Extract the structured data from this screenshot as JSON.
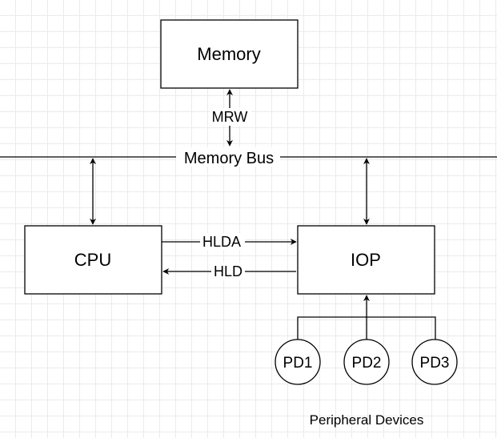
{
  "diagram": {
    "nodes": {
      "memory": "Memory",
      "cpu": "CPU",
      "iop": "IOP",
      "pd1": "PD1",
      "pd2": "PD2",
      "pd3": "PD3"
    },
    "edges": {
      "mrw": "MRW",
      "memory_bus": "Memory Bus",
      "hlda": "HLDA",
      "hld": "HLD"
    },
    "group_label": "Peripheral Devices"
  }
}
